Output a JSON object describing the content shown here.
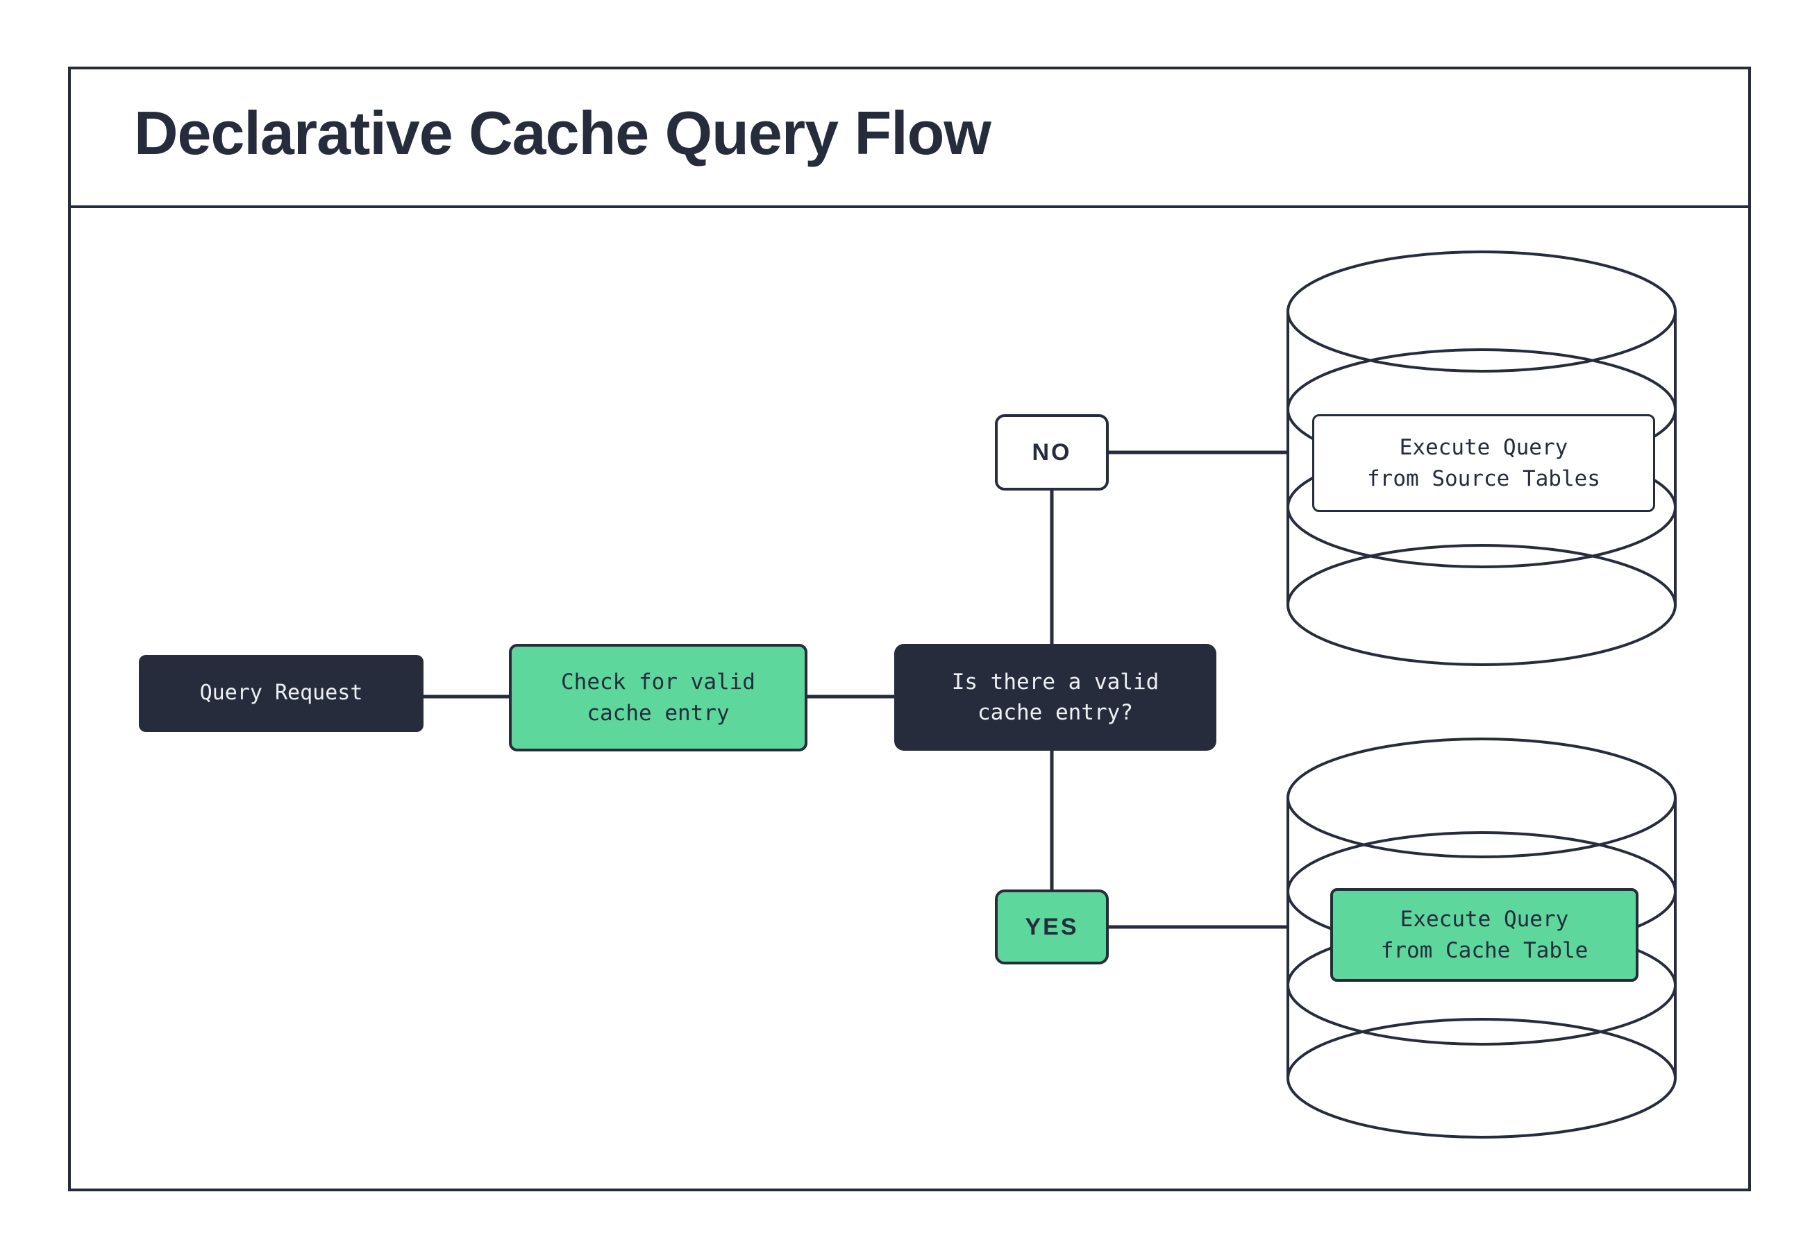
{
  "title": "Declarative Cache Query Flow",
  "colors": {
    "dark_navy": "#262c3c",
    "green": "#5ed79d",
    "box_white": "#ffffff",
    "light_text": "#eef0f3",
    "background": "#ffffff"
  },
  "nodes": {
    "query_request": {
      "label": "Query Request"
    },
    "check_cache": {
      "label": "Check for valid\ncache entry"
    },
    "decision": {
      "label": "Is there a valid\ncache entry?"
    },
    "branch_no": {
      "label": "NO"
    },
    "branch_yes": {
      "label": "YES"
    },
    "source_db": {
      "label": "Execute Query\nfrom Source Tables"
    },
    "cache_db": {
      "label": "Execute Query\nfrom Cache Table"
    }
  }
}
